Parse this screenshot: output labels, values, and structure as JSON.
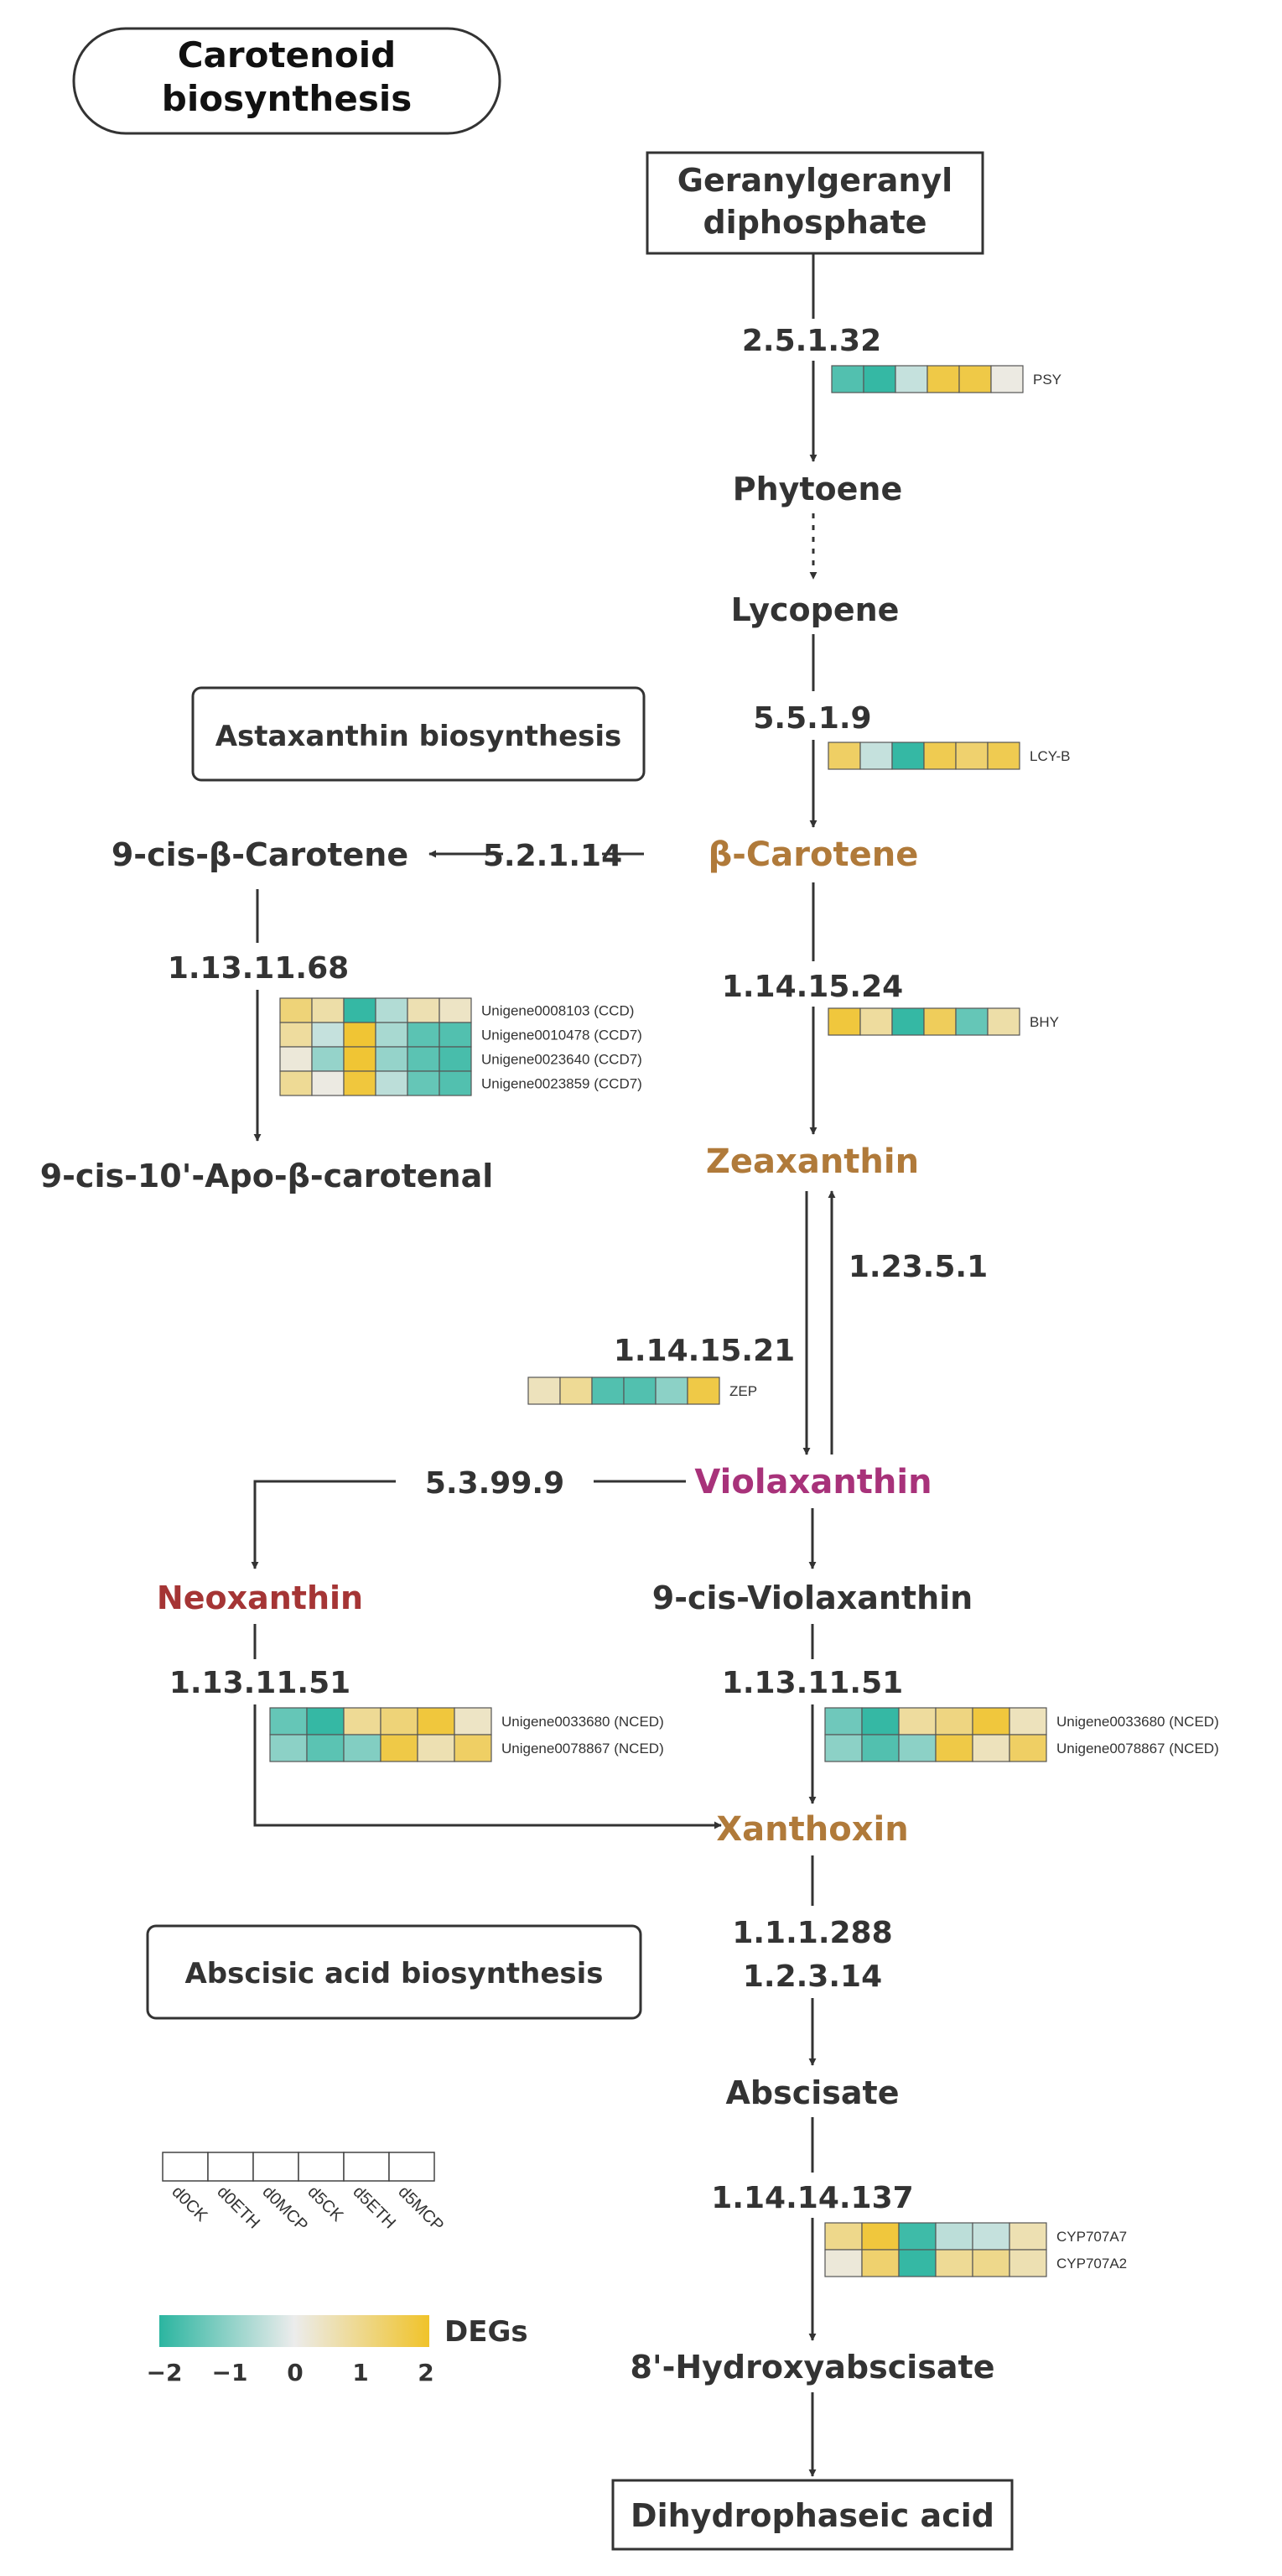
{
  "title": "Carotenoid biosynthesis",
  "section_labels": {
    "astaxanthin": "Astaxanthin biosynthesis",
    "abscisic": "Abscisic acid biosynthesis"
  },
  "colors": {
    "compound_default": "#333333",
    "compound_orange": "#b07a3a",
    "compound_purple": "#a8327a",
    "compound_red": "#a53535",
    "heat_low": "#2bb5a0",
    "heat_mid": "#ececec",
    "heat_high": "#f0c32a"
  },
  "compounds": {
    "ggpp": "Geranylgeranyl diphosphate",
    "phytoene": "Phytoene",
    "lycopene": "Lycopene",
    "beta_carotene": "β-Carotene",
    "cis_beta_carotene": "9-cis-β-Carotene",
    "apo_carotenal": "9-cis-10'-Apo-β-carotenal",
    "zeaxanthin": "Zeaxanthin",
    "violaxanthin": "Violaxanthin",
    "neoxanthin": "Neoxanthin",
    "cis_violaxanthin": "9-cis-Violaxanthin",
    "xanthoxin": "Xanthoxin",
    "abscisate": "Abscisate",
    "hydroxyabscisate": "8'-Hydroxyabscisate",
    "dihydrophaseic": "Dihydrophaseic acid"
  },
  "enzymes": {
    "psy": "2.5.1.32",
    "lcyb": "5.5.1.9",
    "isomerase": "5.2.1.14",
    "ccd": "1.13.11.68",
    "bhy": "1.14.15.24",
    "zep_rev": "1.23.5.1",
    "zep": "1.14.15.21",
    "neo": "5.3.99.9",
    "nced_left": "1.13.11.51",
    "nced_right": "1.13.11.51",
    "aba_a": "1.1.1.288",
    "aba_b": "1.2.3.14",
    "cyp": "1.14.14.137"
  },
  "heatmaps": {
    "psy": {
      "rows": [
        {
          "label": "PSY",
          "values": [
            -1.6,
            -1.9,
            -0.4,
            1.7,
            1.7,
            0.1
          ]
        }
      ]
    },
    "lcyb": {
      "rows": [
        {
          "label": "LCY-B",
          "values": [
            1.4,
            -0.4,
            -1.9,
            1.6,
            1.3,
            1.6
          ]
        }
      ]
    },
    "bhy": {
      "rows": [
        {
          "label": "BHY",
          "values": [
            1.8,
            0.8,
            -1.9,
            1.5,
            -1.4,
            0.7
          ]
        }
      ]
    },
    "zep": {
      "rows": [
        {
          "label": "ZEP",
          "values": [
            0.5,
            0.9,
            -1.6,
            -1.6,
            -1.0,
            1.7
          ]
        }
      ]
    },
    "ccd": {
      "rows": [
        {
          "label": "Unigene0008103 (CCD)",
          "values": [
            1.2,
            0.7,
            -1.9,
            -0.6,
            0.6,
            0.4
          ]
        },
        {
          "label": "Unigene0010478 (CCD7)",
          "values": [
            0.8,
            -0.4,
            1.9,
            -0.7,
            -1.5,
            -1.6
          ]
        },
        {
          "label": "Unigene0023640 (CCD7)",
          "values": [
            0.2,
            -0.9,
            1.9,
            -0.9,
            -1.5,
            -1.7
          ]
        },
        {
          "label": "Unigene0023859 (CCD7)",
          "values": [
            0.9,
            0.1,
            1.8,
            -0.5,
            -1.4,
            -1.6
          ]
        }
      ]
    },
    "nced_left": {
      "rows": [
        {
          "label": "Unigene0033680 (NCED)",
          "values": [
            -1.4,
            -1.9,
            0.9,
            1.2,
            1.8,
            0.4
          ]
        },
        {
          "label": "Unigene0078867 (NCED)",
          "values": [
            -1.0,
            -1.5,
            -1.1,
            1.7,
            0.6,
            1.4
          ]
        }
      ]
    },
    "nced_right": {
      "rows": [
        {
          "label": "Unigene0033680 (NCED)",
          "values": [
            -1.3,
            -1.9,
            0.8,
            1.1,
            1.8,
            0.5
          ]
        },
        {
          "label": "Unigene0078867 (NCED)",
          "values": [
            -1.0,
            -1.6,
            -1.0,
            1.7,
            0.5,
            1.4
          ]
        }
      ]
    },
    "cyp": {
      "rows": [
        {
          "label": "CYP707A7",
          "values": [
            1.0,
            1.8,
            -1.8,
            -0.5,
            -0.4,
            0.6
          ]
        },
        {
          "label": "CYP707A2",
          "values": [
            0.2,
            1.3,
            -1.9,
            0.9,
            1.0,
            0.6
          ]
        }
      ]
    }
  },
  "legend": {
    "samples": [
      "d0CK",
      "d0ETH",
      "d0MCP",
      "d5CK",
      "d5ETH",
      "d5MCP"
    ],
    "scale_title": "DEGs",
    "ticks": [
      "−2",
      "−1",
      "0",
      "1",
      "2"
    ]
  }
}
